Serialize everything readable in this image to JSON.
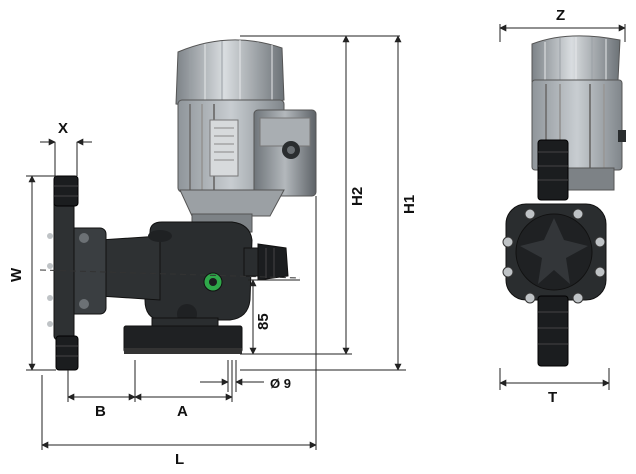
{
  "dimensions": {
    "x": "X",
    "w": "W",
    "b": "B",
    "a": "A",
    "l": "L",
    "diameter": "Ø 9",
    "h85": "85",
    "h2": "H2",
    "h1": "H1",
    "z": "Z",
    "t": "T"
  },
  "colors": {
    "line": "#222222",
    "pump_body": "#2a2d2f",
    "motor_silver": "#b9bec2",
    "motor_cap": "#8d9398",
    "bracket_grey": "#6f7478",
    "head_plate": "#3a3e41",
    "valve_black": "#1b1d1f",
    "accent_green": "#2fa84a"
  }
}
